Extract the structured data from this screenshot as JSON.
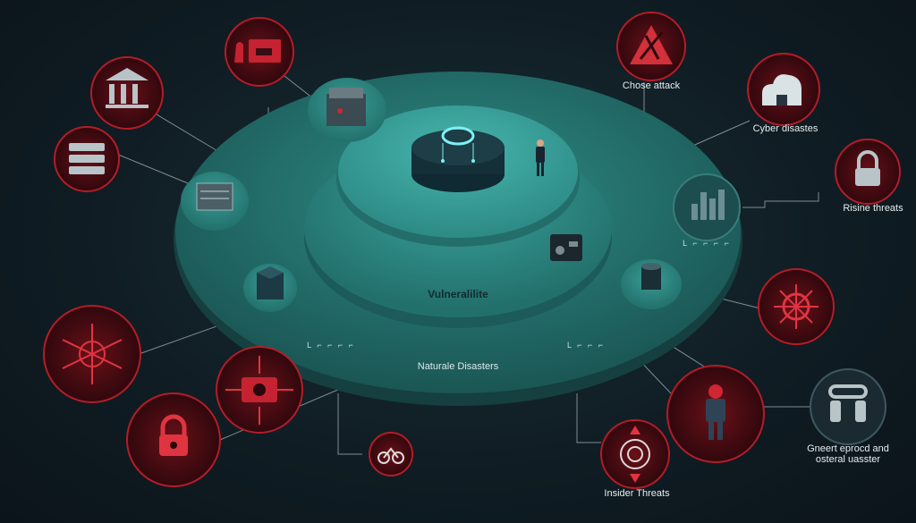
{
  "diagram": {
    "core_label": "Vulneralilite",
    "middle_label": "Naturale Disasters",
    "ring_tick_left": "L ⌐ ⌐ ⌐ ⌐",
    "ring_tick_right": "L ⌐ ⌐ ⌐",
    "ring_tick_far_right": "L ⌐ ⌐ ⌐ ⌐"
  },
  "threats": {
    "chose_attack": "Chose attack",
    "cyber_disasters": "Cyber disastes",
    "rising_threats": "Risine threats",
    "insider_threats": "Insider Threats",
    "general_line1": "Gneert eprocd and",
    "general_line2": "osteral uasster"
  },
  "colors": {
    "teal_dark": "#1d5f5d",
    "teal_mid": "#2b8480",
    "teal_light": "#3aa49e",
    "threat_red": "#b41c28",
    "threat_bg": "#3a0d12"
  },
  "icons": [
    "bank-icon",
    "server-icon",
    "hand-card-icon",
    "printer-icon",
    "cyber-cylinder-icon",
    "person-icon",
    "storage-icon",
    "cube-icon",
    "radio-icon",
    "cylinder-icon",
    "bar-chart-icon",
    "hazard-icon",
    "cloud-icon",
    "lock-icon",
    "target-icon",
    "bug-icon",
    "lock-open-icon",
    "radar-icon",
    "bicycle-icon",
    "hacker-icon",
    "vr-headset-icon"
  ]
}
